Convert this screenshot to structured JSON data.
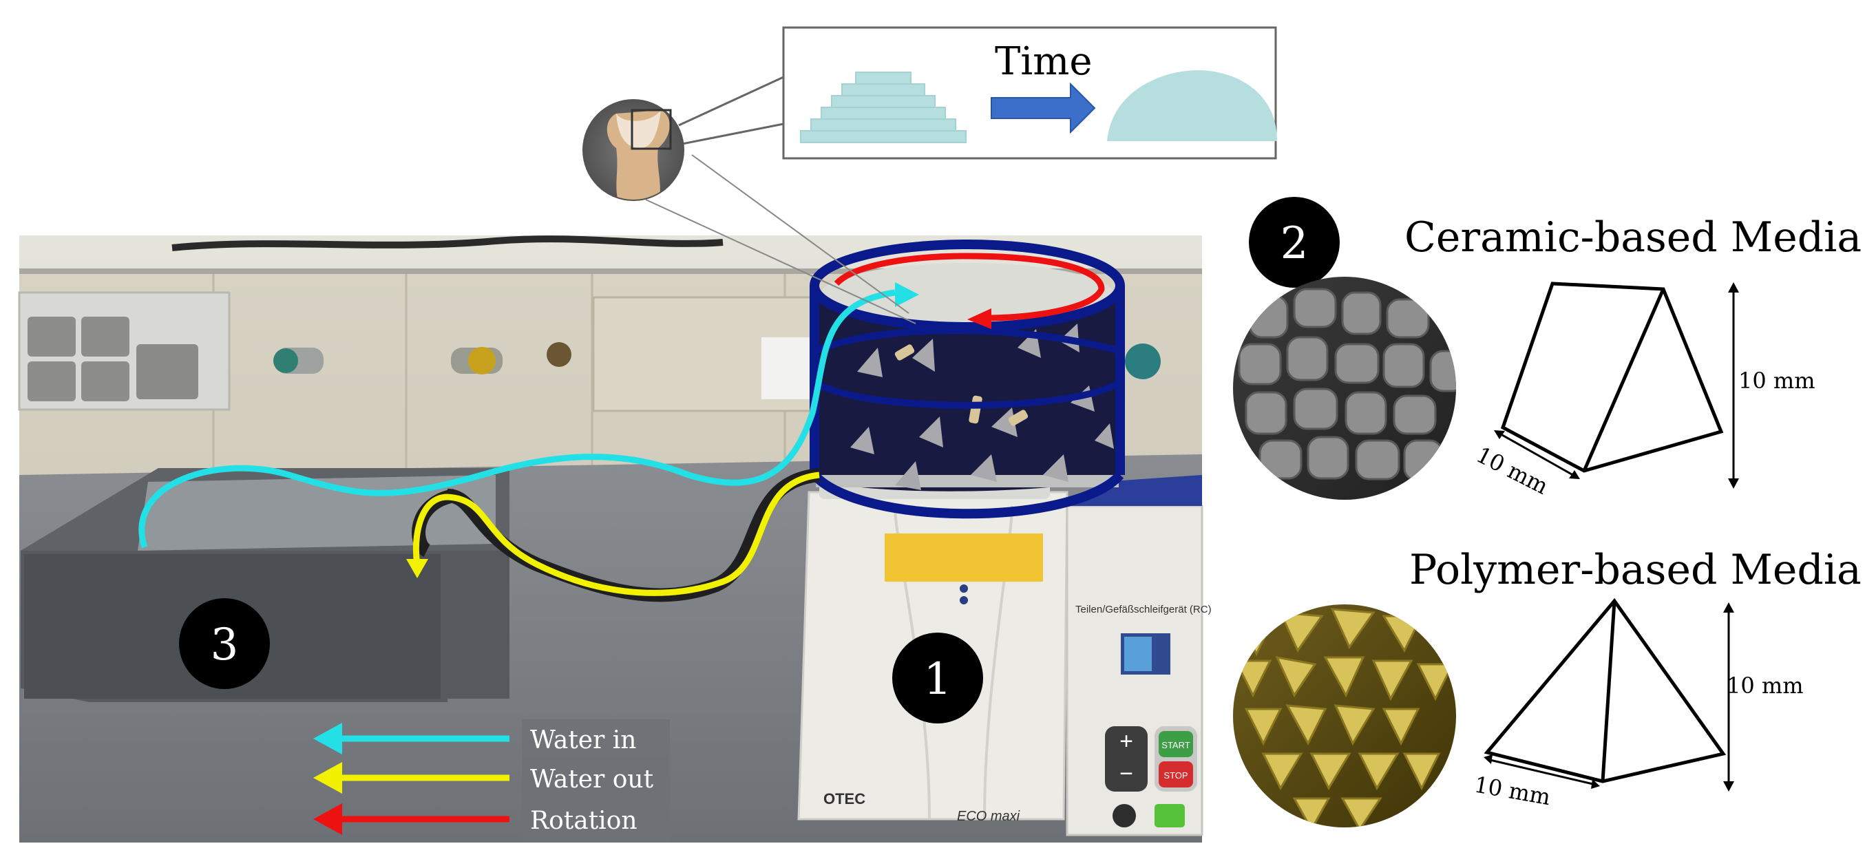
{
  "inset": {
    "time_label": "Time"
  },
  "markers": {
    "machine": "1",
    "media": "2",
    "tank": "3"
  },
  "media_panel": {
    "ceramic": {
      "title": "Ceramic-based Media",
      "height_label": "10 mm",
      "base_label": "10 mm"
    },
    "polymer": {
      "title": "Polymer-based Media",
      "height_label": "10 mm",
      "base_label": "10 mm"
    }
  },
  "machine": {
    "brand": "OTEC",
    "model": "ECO maxi",
    "panel_label": "Teilen/Gefäßschleifgerät (RC)",
    "start_button": "START",
    "stop_button": "STOP"
  },
  "legend": [
    {
      "label": "Water in",
      "color": "#22e0e6"
    },
    {
      "label": "Water out",
      "color": "#f2f200"
    },
    {
      "label": "Rotation",
      "color": "#ee1111"
    }
  ],
  "colors": {
    "bowl_outline": "#0a1a8a",
    "rotation": "#ee1111",
    "water_in": "#22e0e6",
    "water_out": "#f2f200",
    "layers": "#b6dede",
    "time_arrow": "#3b6fc9"
  }
}
